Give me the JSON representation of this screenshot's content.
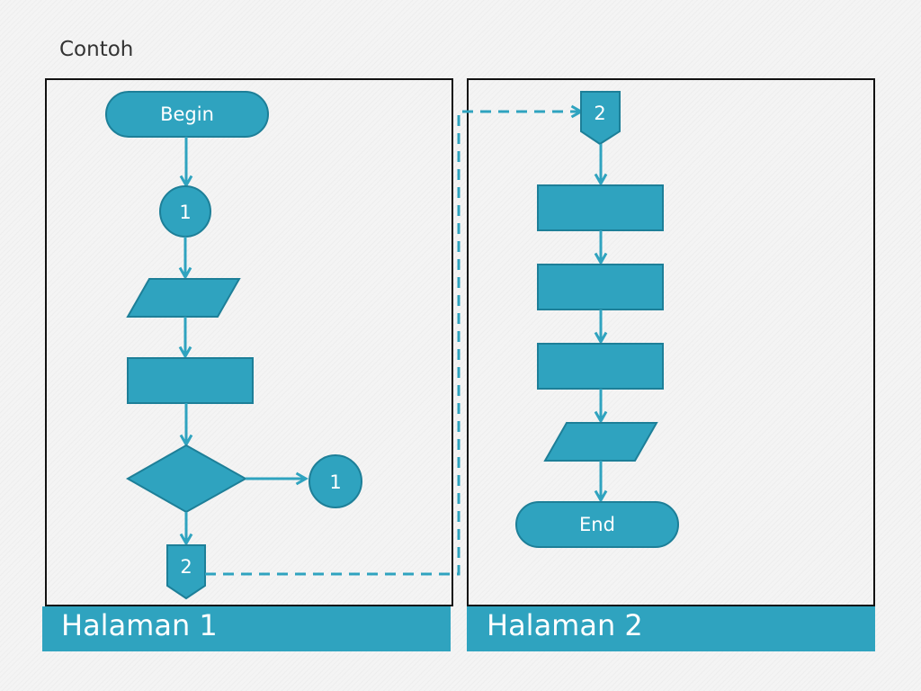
{
  "slide": {
    "title": "Contoh"
  },
  "pages": {
    "page1_label": "Halaman 1",
    "page2_label": "Halaman 2"
  },
  "nodes": {
    "begin": "Begin",
    "connector1_top": "1",
    "connector1_right": "1",
    "offpage2_left": "2",
    "offpage2_right": "2",
    "end": "End"
  },
  "colors": {
    "shape_fill": "#2fa3bf",
    "shape_stroke": "#1d7f98",
    "arrow": "#2fa3bf",
    "frame": "#111111",
    "band": "#2fa3bf"
  }
}
